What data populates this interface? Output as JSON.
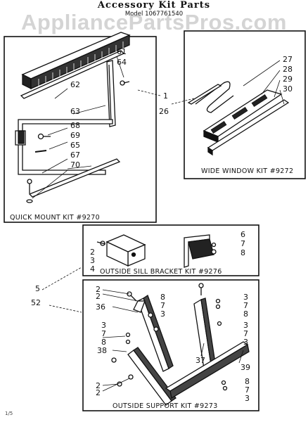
{
  "header": {
    "title": "Accessory Kit Parts",
    "model": "Model 1067761540",
    "watermark": "AppliancePartsPros.com"
  },
  "panels": {
    "quick_mount": {
      "label": "QUICK MOUNT KIT #9270"
    },
    "wide_window": {
      "label": "WIDE WINDOW KIT #9272"
    },
    "sill_bracket": {
      "label": "OUTSIDE SILL BRACKET KIT #9276"
    },
    "support": {
      "label": "OUTSIDE SUPPORT KIT #9273"
    }
  },
  "callouts": {
    "qm": [
      "61",
      "64",
      "62",
      "63",
      "68",
      "69",
      "65",
      "67",
      "70"
    ],
    "ww": [
      "27",
      "28",
      "29",
      "30"
    ],
    "ref_1": "1",
    "ref_26": "26",
    "ref_5": "5",
    "ref_52": "52",
    "sb_left": [
      "2",
      "3",
      "4"
    ],
    "sb_right": [
      "6",
      "7",
      "8"
    ],
    "sp_top_left": [
      "2",
      "2",
      "36"
    ],
    "sp_mid_left": [
      "8",
      "7",
      "3"
    ],
    "sp_left": [
      "3",
      "7",
      "8",
      "38"
    ],
    "sp_right_top": [
      "3",
      "7",
      "8"
    ],
    "sp_right_mid": [
      "3",
      "7",
      "3"
    ],
    "sp_37": "37",
    "sp_39": "39",
    "sp_right_bottom": [
      "8",
      "7",
      "3"
    ],
    "sp_bottom_left": [
      "2",
      "2"
    ]
  },
  "footer": "1/5"
}
